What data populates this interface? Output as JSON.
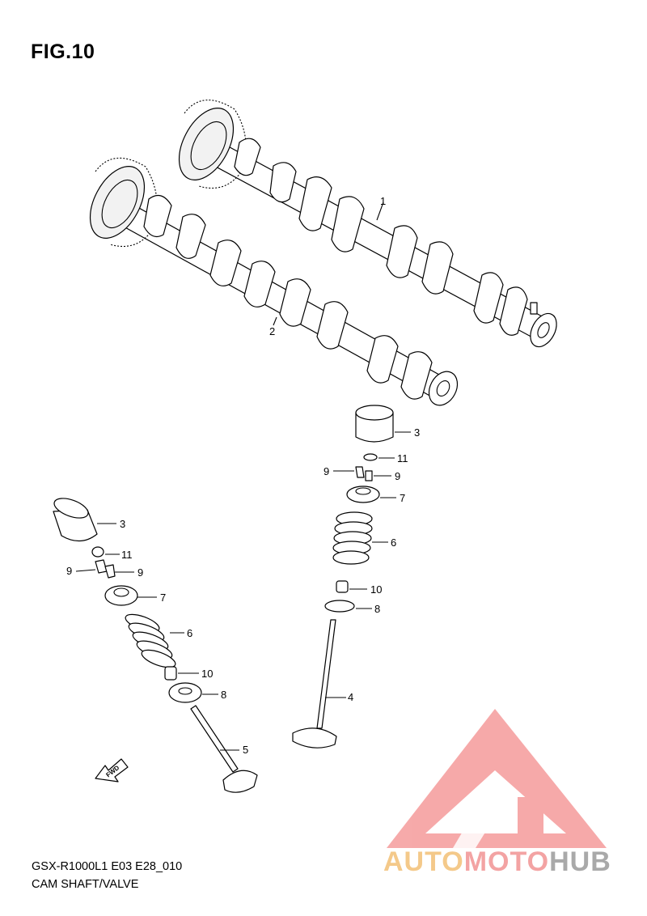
{
  "figure": {
    "title": "FIG.10",
    "model_code": "GSX-R1000L1 E03 E28_010",
    "section_name": "CAM SHAFT/VALVE"
  },
  "callouts": {
    "c1": "1",
    "c2": "2",
    "c3a": "3",
    "c3b": "3",
    "c4": "4",
    "c5": "5",
    "c6a": "6",
    "c6b": "6",
    "c7a": "7",
    "c7b": "7",
    "c8a": "8",
    "c8b": "8",
    "c9a": "9",
    "c9b": "9",
    "c9c": "9",
    "c9d": "9",
    "c10a": "10",
    "c10b": "10",
    "c11a": "11",
    "c11b": "11"
  },
  "direction_arrow": {
    "label": "FWD"
  },
  "watermark": {
    "text_part1": "AUTO",
    "text_part2": "MOTO",
    "text_part3": "HUB",
    "color_triangle": "#f5a3a3",
    "color_auto": "#f4c98a",
    "color_moto": "#f3a3a3",
    "color_hub": "#a9a9a9"
  }
}
